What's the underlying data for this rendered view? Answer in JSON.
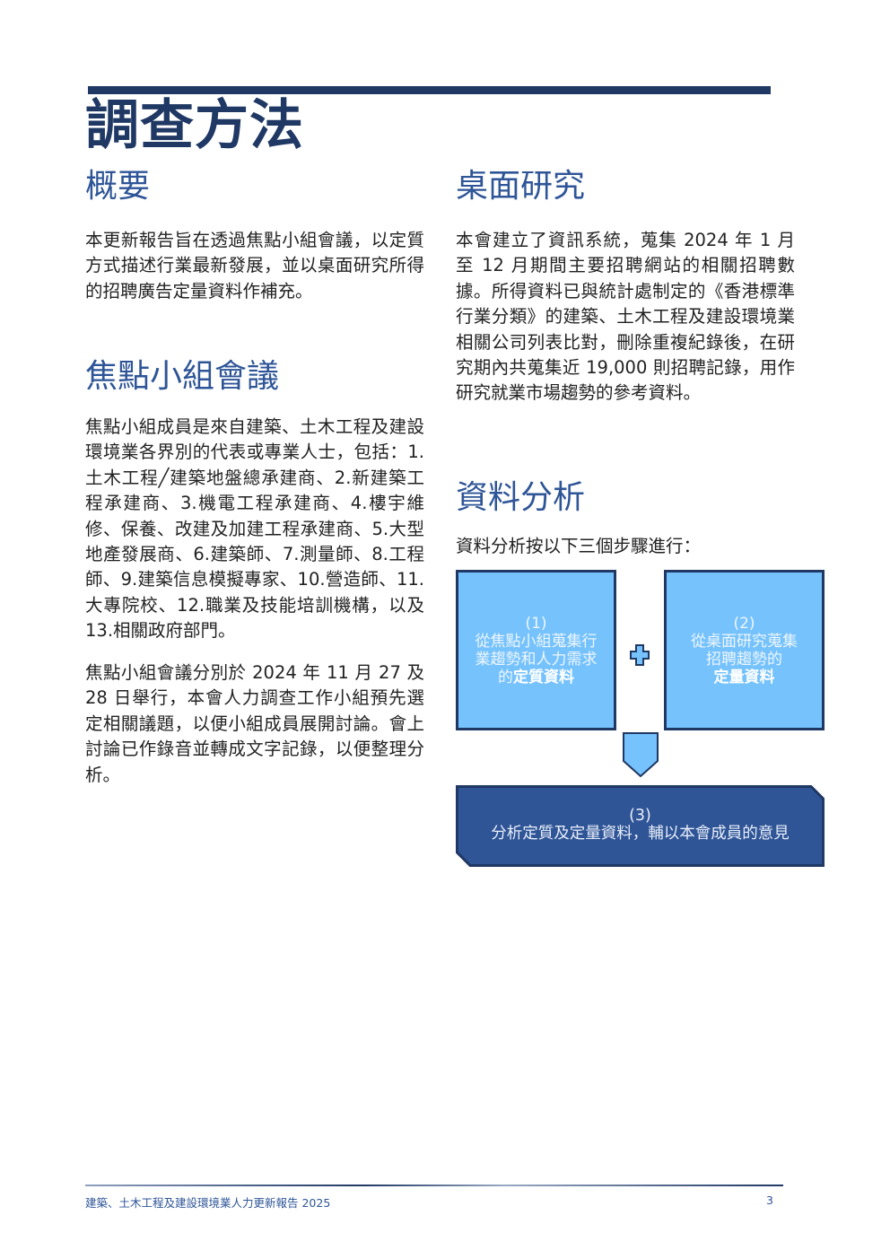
{
  "page_title": "調查方法",
  "left": {
    "overview_heading": "概要",
    "overview_text": "本更新報告旨在透過焦點小組會議，以定質方式描述行業最新發展，並以桌面研究所得的招聘廣告定量資料作補充。",
    "focus_heading": "焦點小組會議",
    "focus_text_1": "焦點小組成員是來自建築、土木工程及建設環境業各界別的代表或專業人士，包括：1.土木工程╱建築地盤總承建商、2.新建築工程承建商、3.機電工程承建商、4.樓宇維修、保養、改建及加建工程承建商、5.大型地產發展商、6.建築師、7.測量師、8.工程師、9.建築信息模擬專家、10.營造師、11.大專院校、12.職業及技能培訓機構，以及 13.相關政府部門。",
    "focus_text_2": "焦點小組會議分別於 2024 年 11 月 27 及 28 日舉行，本會人力調查工作小組預先選定相關議題，以便小組成員展開討論。會上討論已作錄音並轉成文字記錄，以便整理分析。"
  },
  "right": {
    "desk_heading": "桌面研究",
    "desk_text": "本會建立了資訊系統，蒐集 2024 年 1 月至 12 月期間主要招聘網站的相關招聘數據。所得資料已與統計處制定的《香港標準行業分類》的建築、土木工程及建設環境業相關公司列表比對，刪除重複紀錄後，在研究期內共蒐集近 19,000 則招聘記錄，用作研究就業市場趨勢的參考資料。",
    "analysis_heading": "資料分析",
    "analysis_intro": "資料分析按以下三個步驟進行：",
    "steps": [
      {
        "num": "(1)",
        "text": "從焦點小組蒐集行業趨勢和人力需求的",
        "bold": "定質資料"
      },
      {
        "num": "(2)",
        "text": "從桌面研究蒐集招聘趨勢的",
        "bold": "定量資料"
      },
      {
        "num": "(3)",
        "text": "分析定質及定量資料，輔以本會成員的意見"
      }
    ]
  },
  "footer": {
    "report_name": "建築、土木工程及建設環境業人力更新報告 2025",
    "page_number": "3"
  },
  "colors": {
    "navy": "#1f3864",
    "heading_blue": "#2e5597",
    "light_blue": "#75c2fd",
    "box3_blue": "#2f5597"
  }
}
